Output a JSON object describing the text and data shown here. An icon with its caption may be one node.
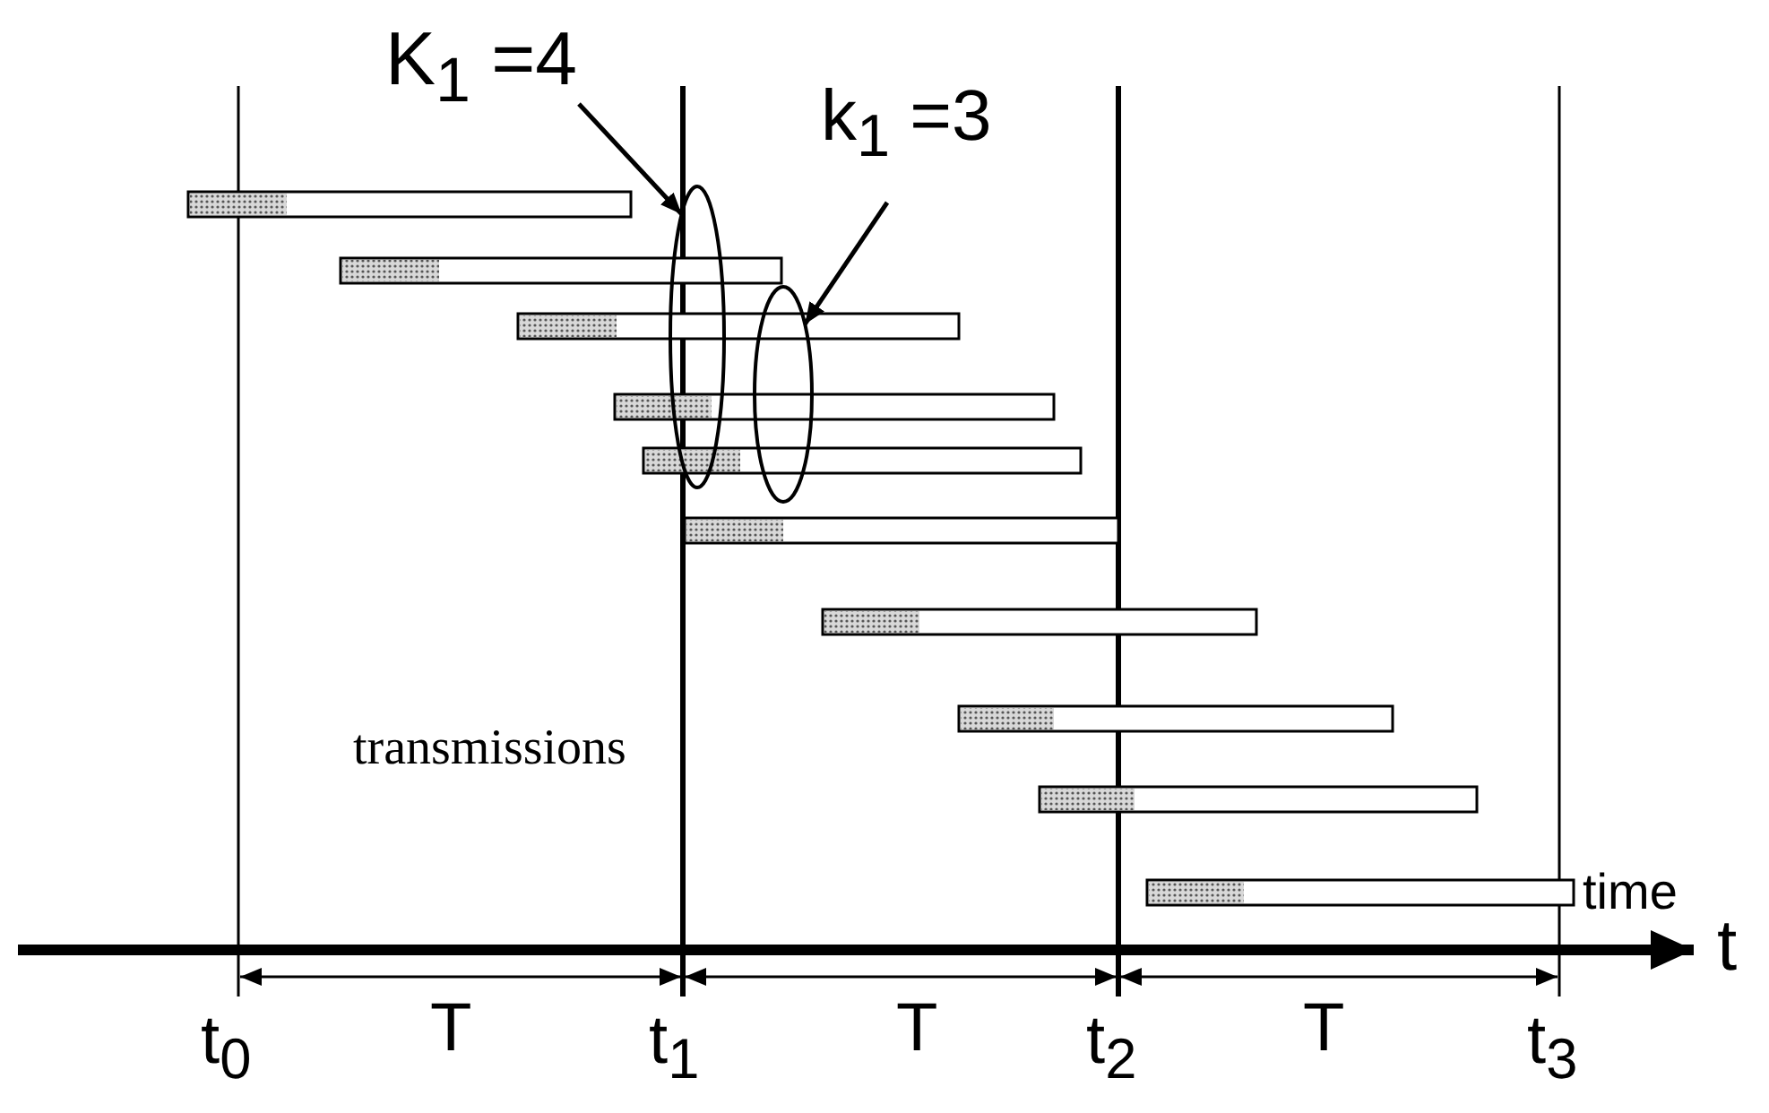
{
  "diagram": {
    "nodes": [
      {
        "text": [
          "K$_{1}$ =4"
        ]
      },
      {
        "text": [],
        "shape": "ellipse"
      },
      {
        "text": [
          "k$_{1}$ =3"
        ]
      },
      {
        "text": [],
        "shape": "ellipse"
      }
    ],
    "edges": [
      {
        "from": 0,
        "to": 1,
        "arrow": "to"
      },
      {
        "from": 2,
        "to": 3,
        "arrow": "to"
      }
    ],
    "labels": [
      "transmissions",
      "time",
      "t",
      "t$_{0}$",
      "T",
      "t$_{1}$",
      "T",
      "t$_{2}$",
      "T",
      "t$_{3}$"
    ]
  }
}
